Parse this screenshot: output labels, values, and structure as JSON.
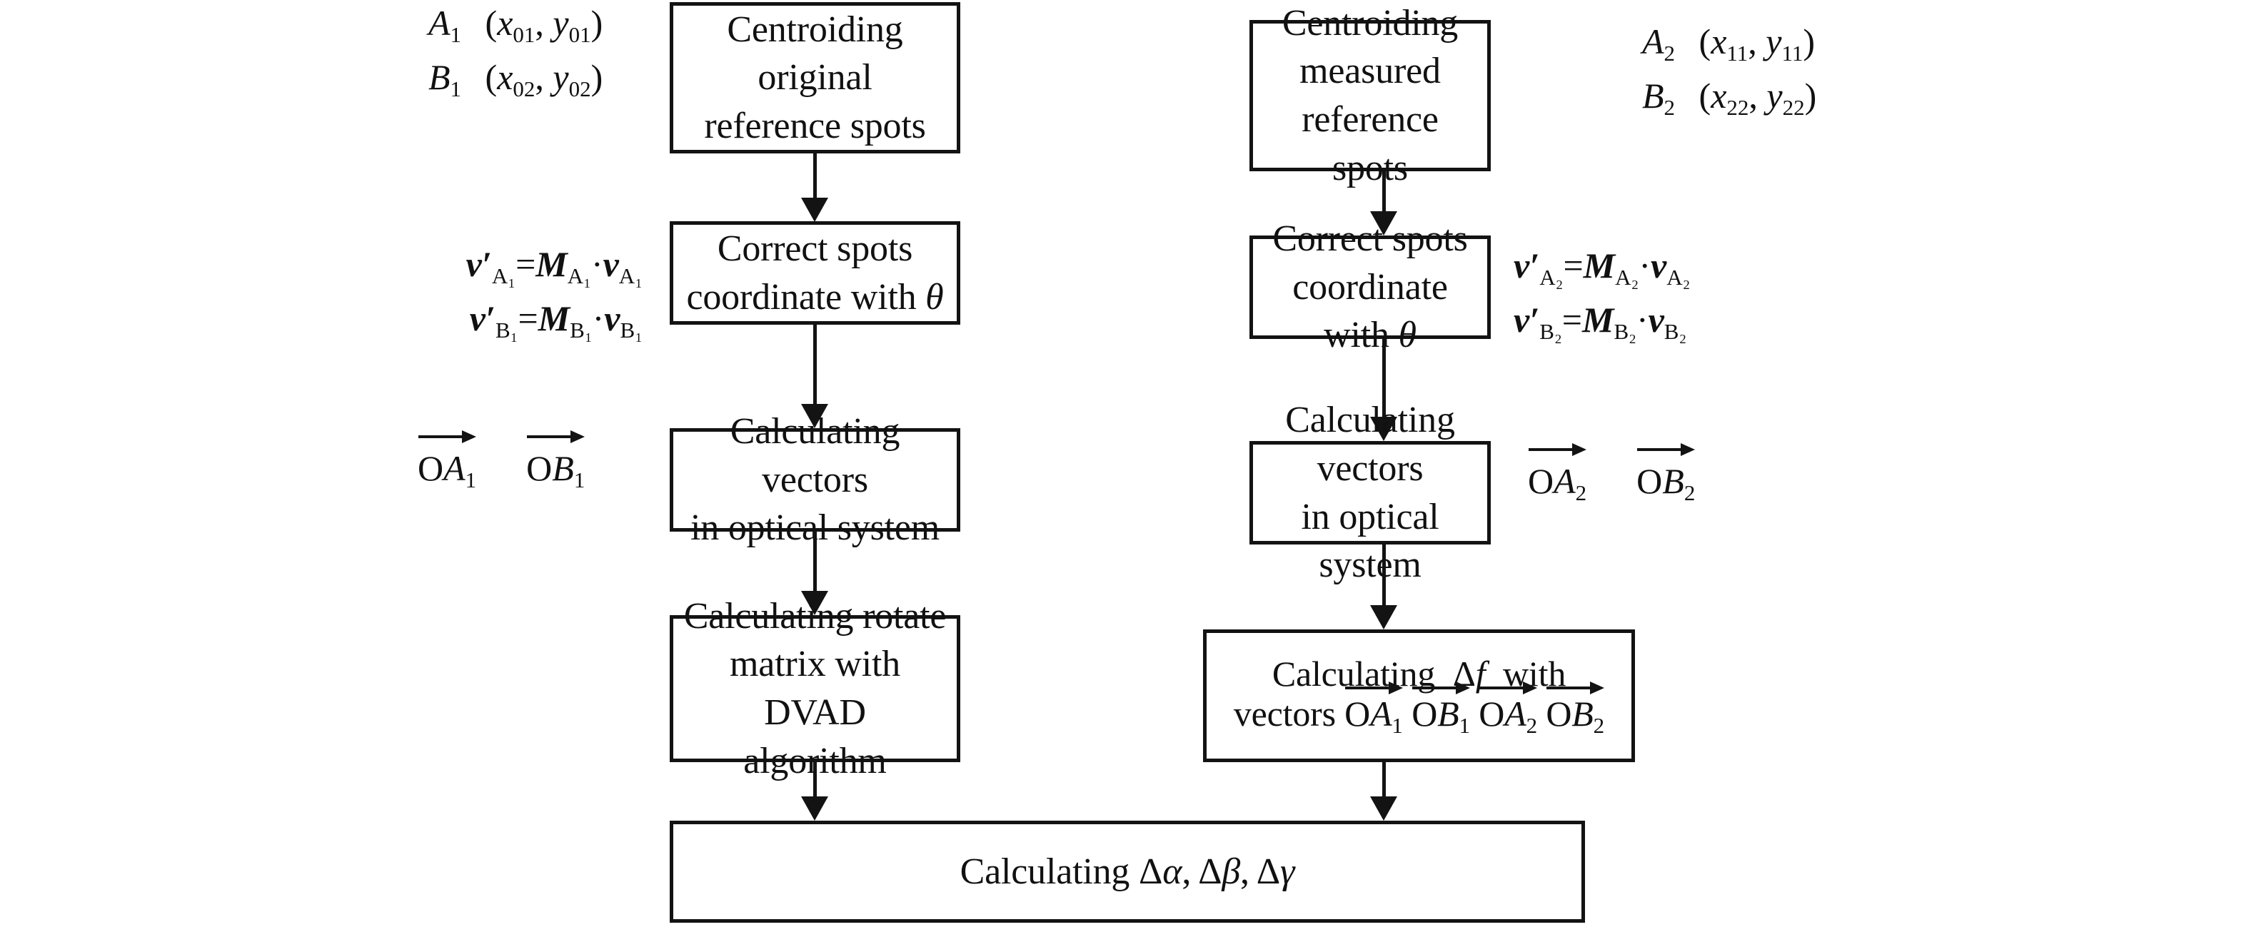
{
  "diagram": {
    "title": "Optical system angular deviation calculation flowchart",
    "stroke_color": "#131313",
    "background_color": "#ffffff"
  },
  "left_column": {
    "boxes": [
      {
        "id": "centroiding-original",
        "lines": [
          "Centroiding",
          "original",
          "reference spots"
        ]
      },
      {
        "id": "correct-spots-theta-1",
        "lines": [
          "Correct spots",
          "coordinate with θ"
        ]
      },
      {
        "id": "calculating-vectors-1",
        "lines": [
          "Calculating vectors",
          "in optical system"
        ]
      },
      {
        "id": "calculating-rotate-matrix",
        "lines": [
          "Calculating rotate",
          "matrix with DVAD",
          "algorithm"
        ]
      }
    ],
    "annotations": {
      "spots": {
        "a_point": "A",
        "a_sub": "1",
        "a_coord_x": "x",
        "a_coord_x_sub": "01",
        "a_coord_y": "y",
        "a_coord_y_sub": "01",
        "b_point": "B",
        "b_sub": "1",
        "b_coord_x": "x",
        "b_coord_x_sub": "02",
        "b_coord_y": "y",
        "b_coord_y_sub": "02"
      },
      "equations": {
        "line1": "v'_A1 = M_A1 · v_A1",
        "line2": "v'_B1 = M_B1 · v_B1"
      },
      "vectors": {
        "first": "OA1",
        "second": "OB1"
      }
    }
  },
  "right_column": {
    "boxes": [
      {
        "id": "centroiding-measured",
        "lines": [
          "Centroiding",
          "measured",
          "reference spots"
        ]
      },
      {
        "id": "correct-spots-theta-2",
        "lines": [
          "Correct spots",
          "coordinate with θ"
        ]
      },
      {
        "id": "calculating-vectors-2",
        "lines": [
          "Calculating vectors",
          "in optical system"
        ]
      },
      {
        "id": "calculating-delta-f",
        "lines": [
          "Calculating  Δf  with",
          "vectors OA1 OB1 OA2 OB2"
        ]
      }
    ],
    "annotations": {
      "spots": {
        "a_point": "A",
        "a_sub": "2",
        "a_coord_x": "x",
        "a_coord_x_sub": "11",
        "a_coord_y": "y",
        "a_coord_y_sub": "11",
        "b_point": "B",
        "b_sub": "2",
        "b_coord_x": "x",
        "b_coord_x_sub": "22",
        "b_coord_y": "y",
        "b_coord_y_sub": "22"
      },
      "equations": {
        "line1": "v'_A2 = M_A2 · v_A2",
        "line2": "v'_B2 = M_B2 · v_B2"
      },
      "vectors": {
        "first": "OA2",
        "second": "OB2"
      }
    }
  },
  "result_box": {
    "id": "calculating-delta-angles",
    "text": "Calculating Δα, Δβ, Δγ",
    "prefix": "Calculating ",
    "delta_alpha": "Δα",
    "delta_beta": "Δβ",
    "delta_gamma": "Δγ"
  },
  "symbols": {
    "theta": "θ",
    "delta": "Δ",
    "f": "f",
    "alpha": "α",
    "beta": "β",
    "gamma": "γ",
    "dot": "·",
    "equals": "=",
    "prime": "′",
    "O": "O",
    "A": "A",
    "B": "B",
    "v": "v",
    "M": "M"
  },
  "flow": {
    "connector_count": 8,
    "arrow_direction": "down"
  }
}
